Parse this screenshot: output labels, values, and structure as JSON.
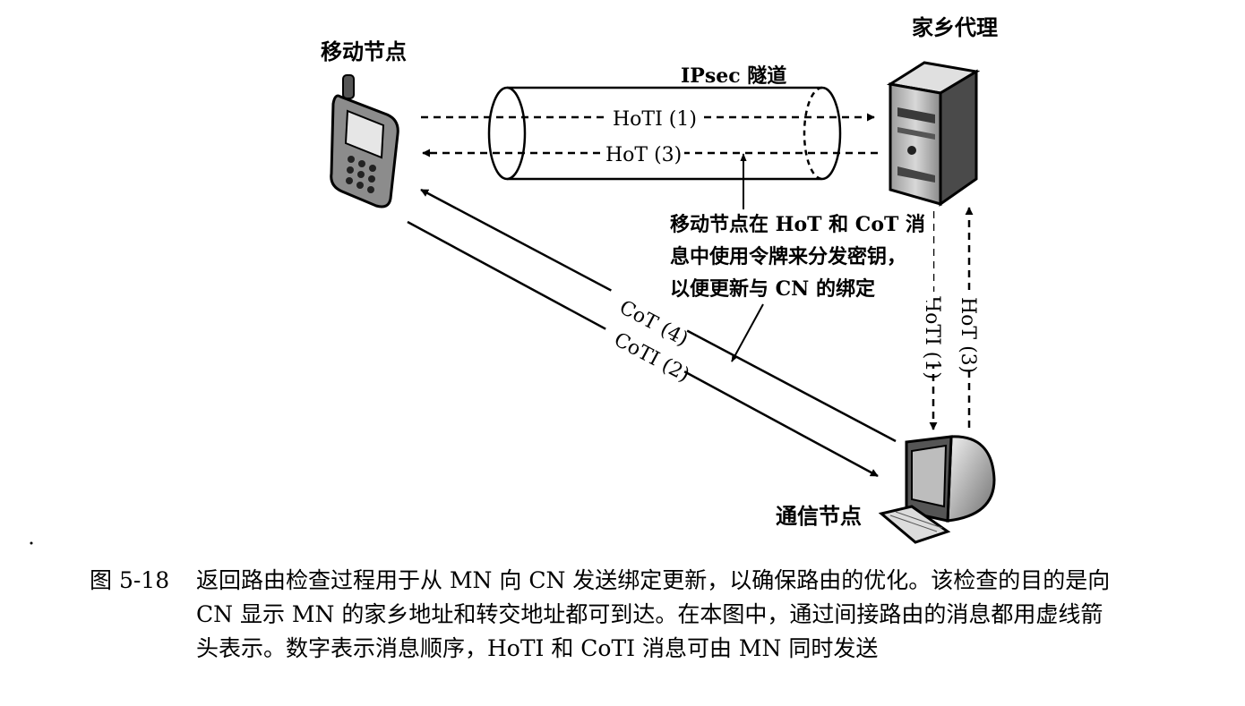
{
  "nodes": {
    "mobile": "移动节点",
    "home_agent": "家乡代理",
    "correspondent": "通信节点"
  },
  "tunnel_label": "IPsec 隧道",
  "messages": {
    "hoti_top": "HoTI (1)",
    "hot_top": "HoT (3)",
    "cot": "CoT (4)",
    "coti": "CoTI (2)",
    "hoti_vertical": "HoTI (1)",
    "hot_vertical": "HoT (3)"
  },
  "annotation": [
    "移动节点在 HoT 和 CoT 消",
    "息中使用令牌来分发密钥，",
    "以便更新与 CN 的绑定"
  ],
  "caption": {
    "number": "图 5-18",
    "lines": [
      "返回路由检查过程用于从 MN 向 CN 发送绑定更新，以确保路由的优化。该检查的目的是向",
      "CN 显示 MN 的家乡地址和转交地址都可到达。在本图中，通过间接路由的消息都用虚线箭",
      "头表示。数字表示消息顺序，HoTI 和 CoTI 消息可由 MN 同时发送"
    ]
  }
}
